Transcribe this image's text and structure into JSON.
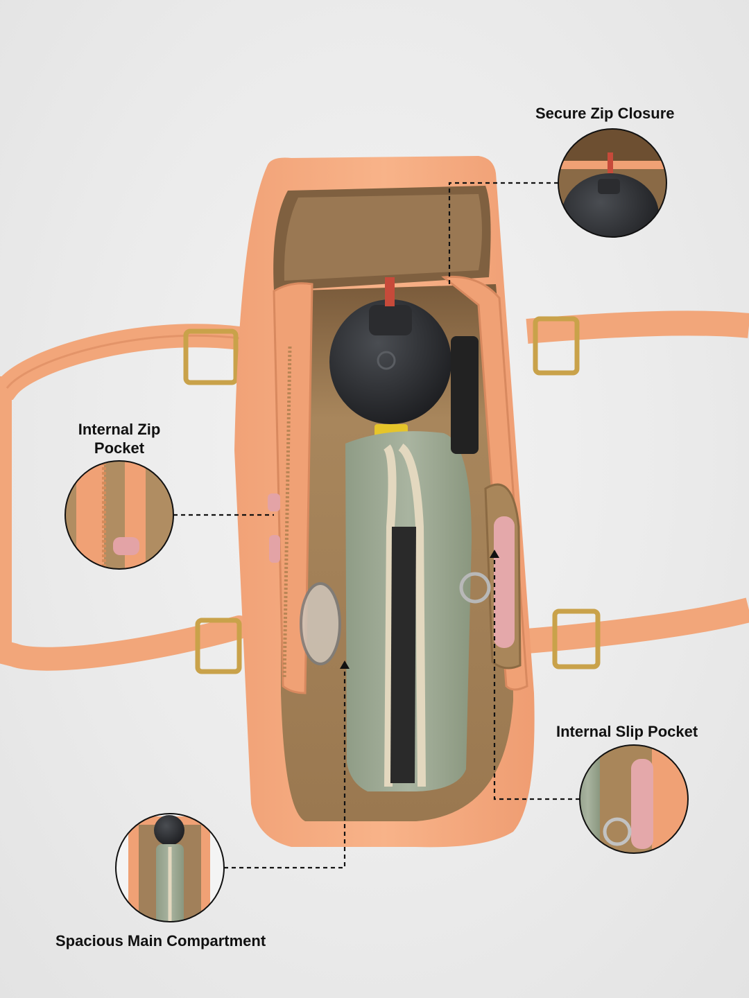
{
  "callouts": {
    "secure_zip_closure": "Secure Zip Closure",
    "internal_zip_pocket": "Internal Zip Pocket",
    "internal_slip_pocket": "Internal Slip Pocket",
    "spacious_main_compartment": "Spacious Main Compartment"
  },
  "colors": {
    "bag": "#f4a679",
    "lining": "#9c7a52",
    "background": "#ececec"
  }
}
